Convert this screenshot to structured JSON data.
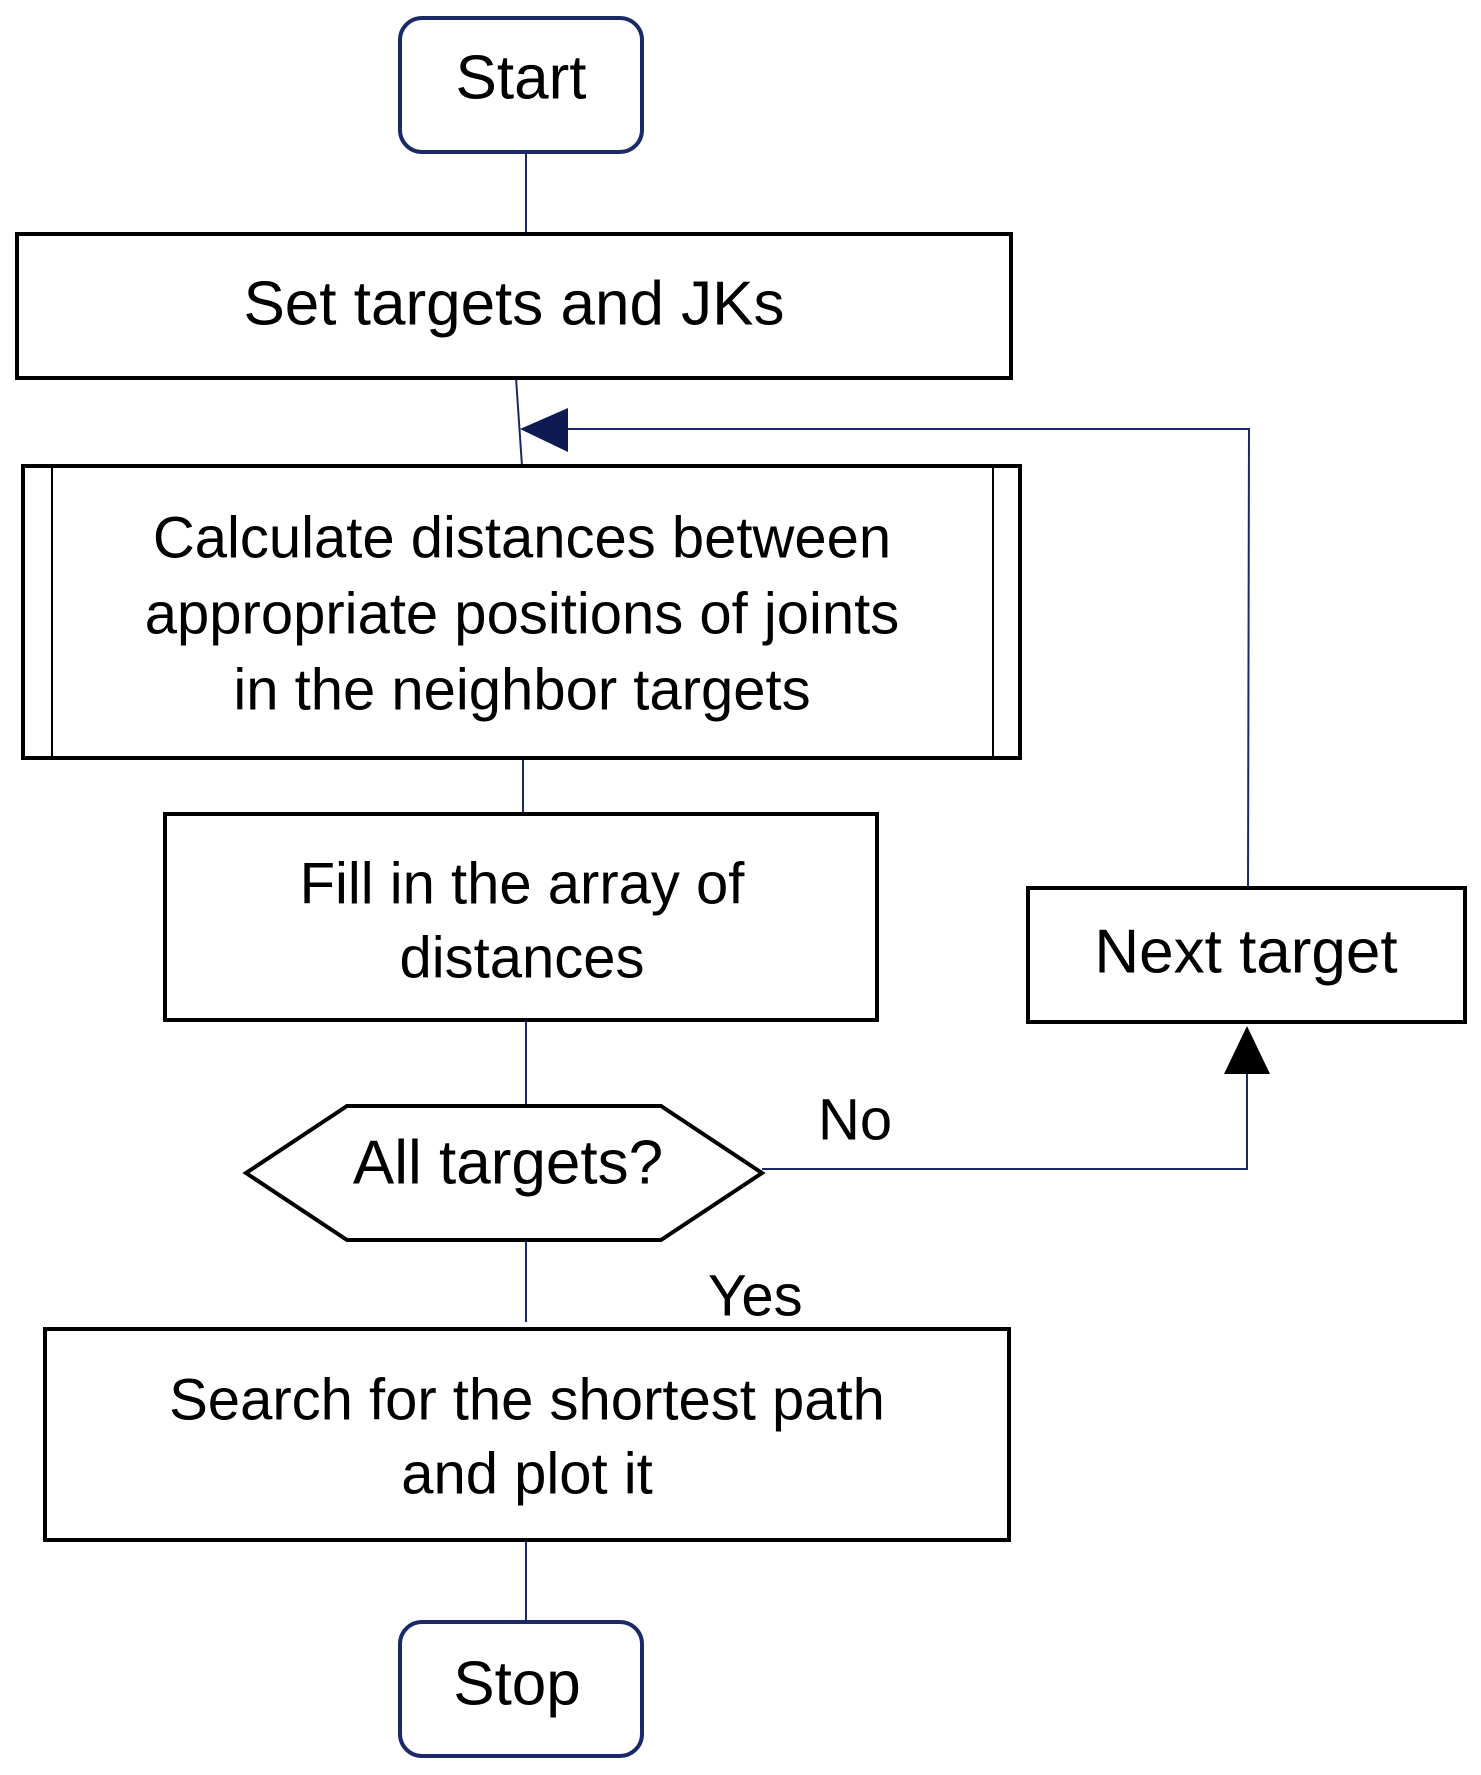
{
  "nodes": {
    "start": "Start",
    "set_targets": "Set targets and JKs",
    "calculate": [
      "Calculate distances between",
      "appropriate positions of joints",
      "in the neighbor targets"
    ],
    "fill": [
      "Fill in the array of",
      "distances"
    ],
    "decision": "All targets?",
    "next_target": "Next target",
    "search": [
      "Search for the shortest path",
      "and plot it"
    ],
    "stop": "Stop"
  },
  "edges": {
    "no_label": "No",
    "yes_label": "Yes"
  },
  "colors": {
    "terminal_stroke": "#1b2a66",
    "connector": "#1b2a66",
    "box_stroke": "#000000"
  }
}
